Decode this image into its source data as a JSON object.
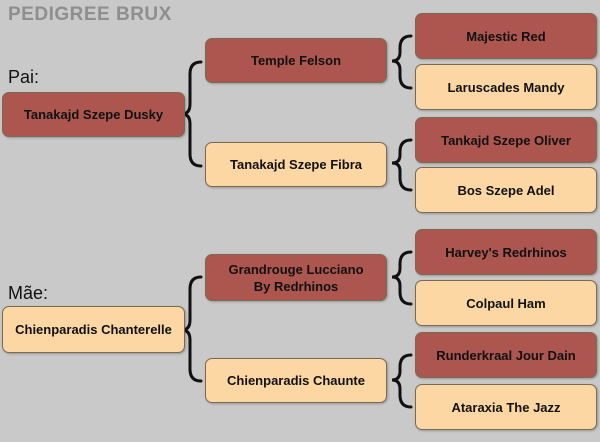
{
  "title": "PEDIGREE BRUX",
  "labels": {
    "father": "Pai:",
    "mother": "Mãe:"
  },
  "colors": {
    "male": "#ad564f",
    "female": "#fcd6a3",
    "background": "#c9c9c9"
  },
  "father": {
    "name": "Tanakajd Szepe Dusky",
    "sire": {
      "name": "Temple Felson",
      "sire": "Majestic Red",
      "dam": "Laruscades Mandy"
    },
    "dam": {
      "name": "Tanakajd Szepe Fibra",
      "sire": "Tankajd Szepe Oliver",
      "dam": "Bos Szepe Adel"
    }
  },
  "mother": {
    "name": "Chienparadis Chanterelle",
    "sire": {
      "name": "Grandrouge Lucciano\nBy Redrhinos",
      "sire": "Harvey's Redrhinos",
      "dam": "Colpaul Ham"
    },
    "dam": {
      "name": "Chienparadis Chaunte",
      "sire": "Runderkraal Jour Dain",
      "dam": "Ataraxia The Jazz"
    }
  }
}
